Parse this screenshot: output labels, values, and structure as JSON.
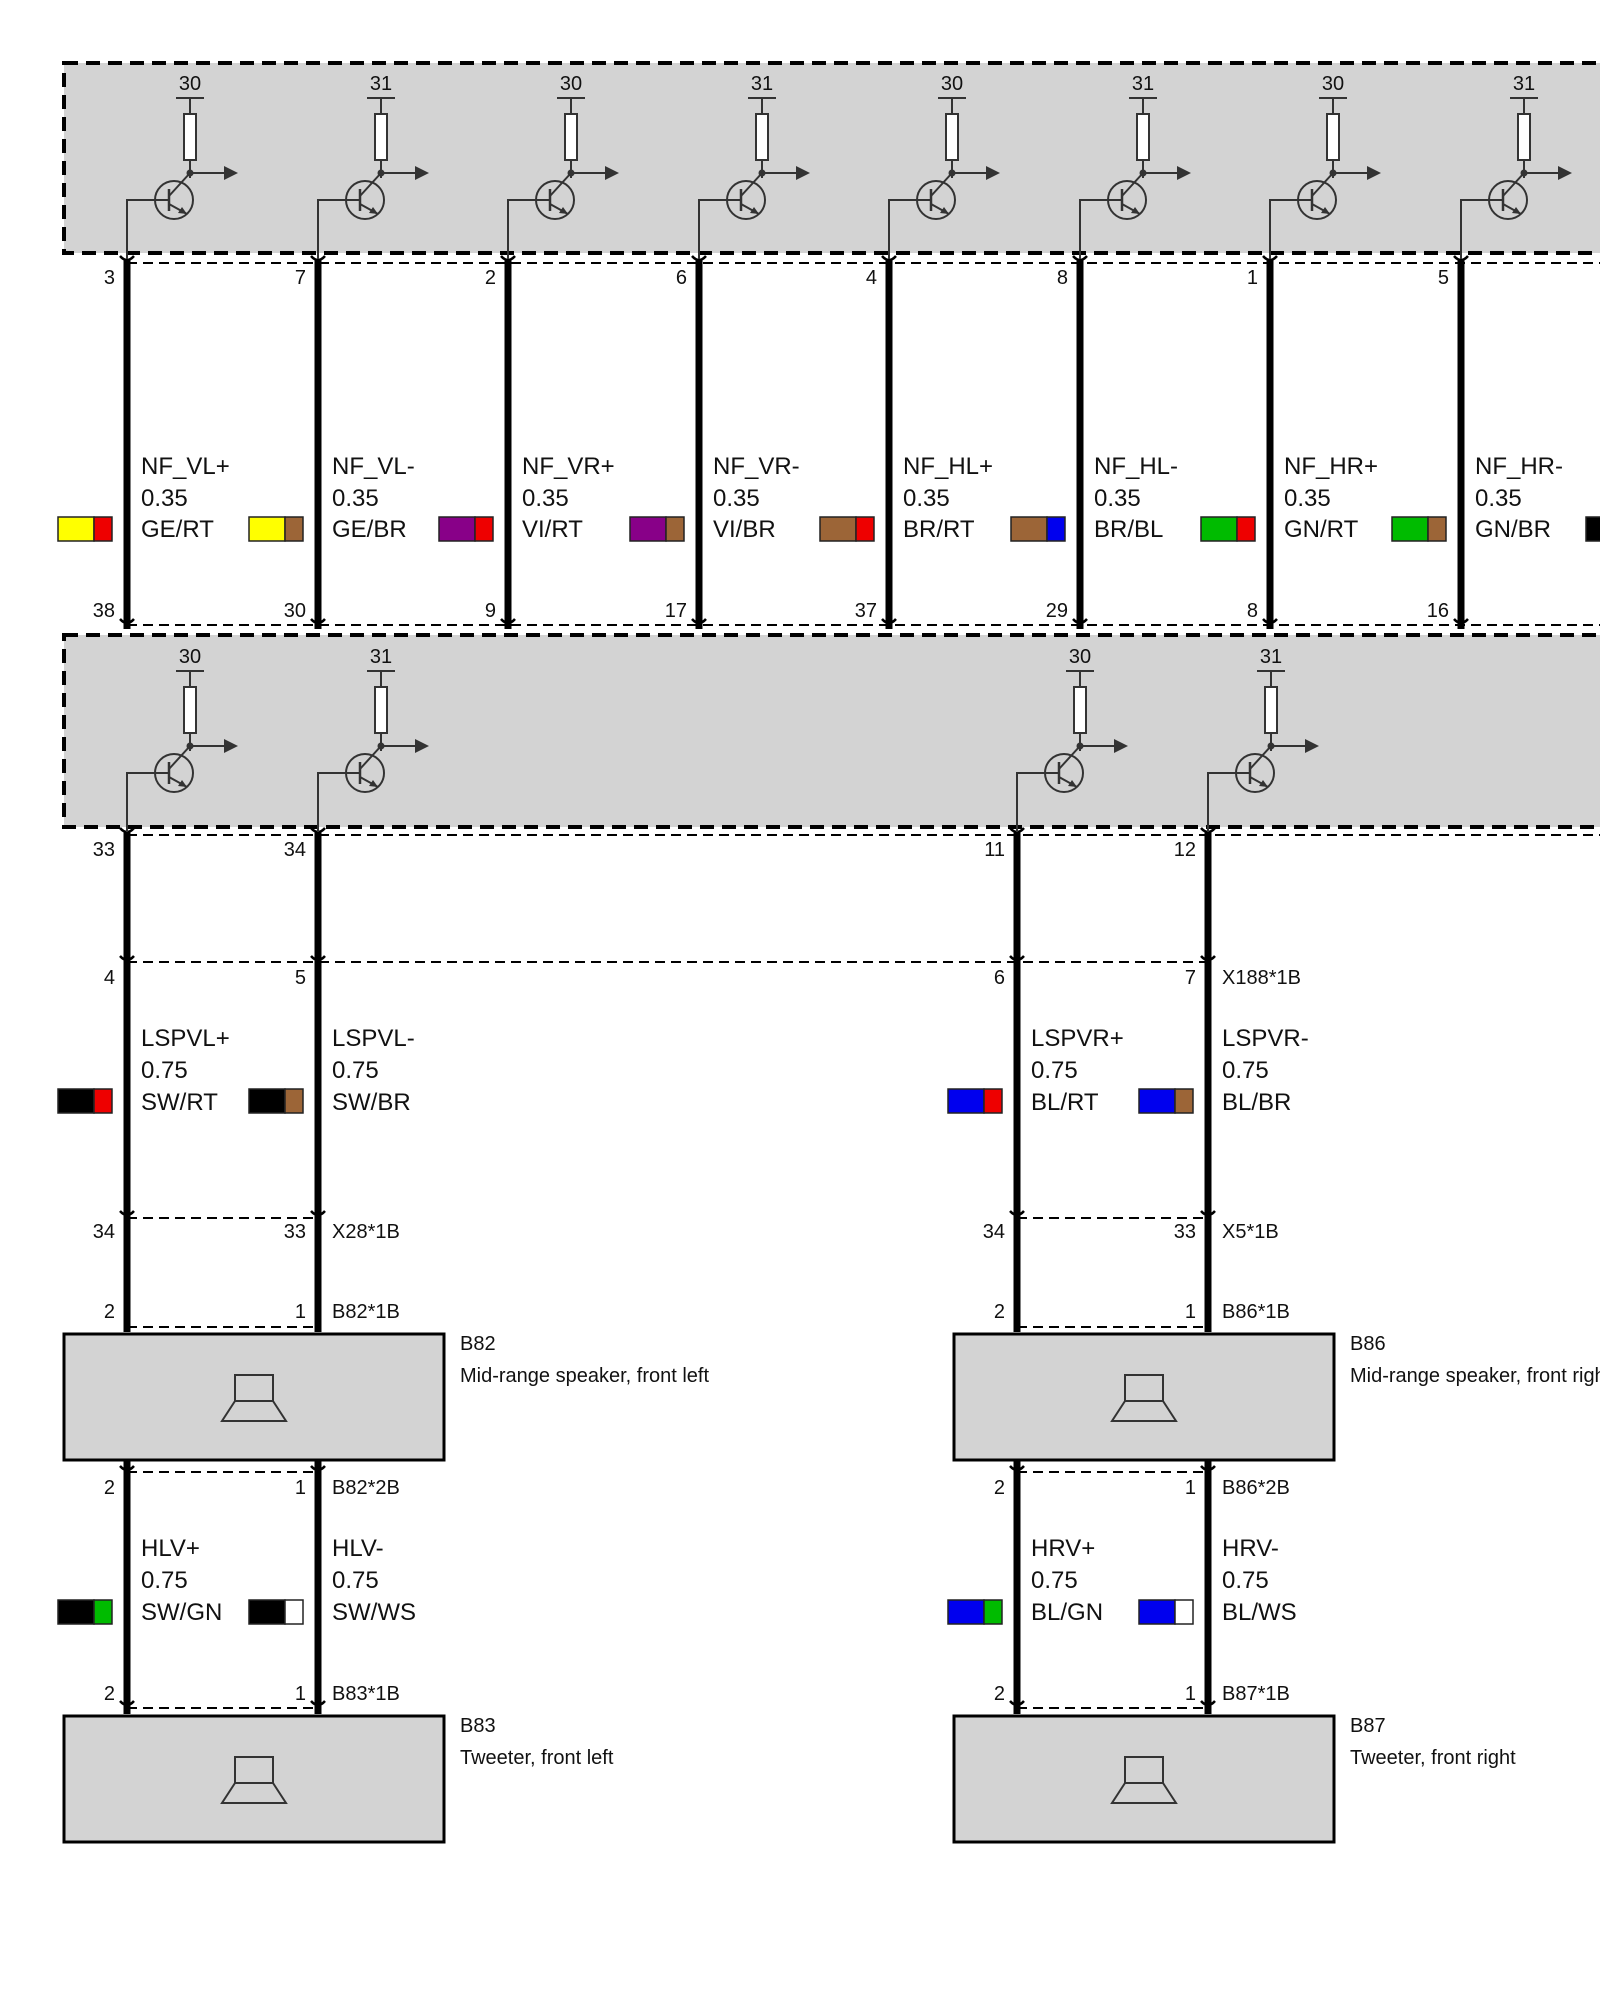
{
  "wire_colors": {
    "GE": "#ffff00",
    "RT": "#ee0000",
    "BR": "#9c6537",
    "VI": "#880088",
    "BL": "#0000ee",
    "GN": "#00bb00",
    "SW": "#000000",
    "WS": "#ffffff"
  },
  "top_module": {
    "supply_labels": [
      "30",
      "31",
      "30",
      "31",
      "30",
      "31",
      "30",
      "31"
    ]
  },
  "top_wires": [
    {
      "pin_top": "3",
      "pin_bottom": "38",
      "signal": "NF_VL+",
      "gauge": "0.35",
      "color_code": "GE/RT",
      "c1": "GE",
      "c2": "RT"
    },
    {
      "pin_top": "7",
      "pin_bottom": "30",
      "signal": "NF_VL-",
      "gauge": "0.35",
      "color_code": "GE/BR",
      "c1": "GE",
      "c2": "BR"
    },
    {
      "pin_top": "2",
      "pin_bottom": "9",
      "signal": "NF_VR+",
      "gauge": "0.35",
      "color_code": "VI/RT",
      "c1": "VI",
      "c2": "RT"
    },
    {
      "pin_top": "6",
      "pin_bottom": "17",
      "signal": "NF_VR-",
      "gauge": "0.35",
      "color_code": "VI/BR",
      "c1": "VI",
      "c2": "BR"
    },
    {
      "pin_top": "4",
      "pin_bottom": "37",
      "signal": "NF_HL+",
      "gauge": "0.35",
      "color_code": "BR/RT",
      "c1": "BR",
      "c2": "RT"
    },
    {
      "pin_top": "8",
      "pin_bottom": "29",
      "signal": "NF_HL-",
      "gauge": "0.35",
      "color_code": "BR/BL",
      "c1": "BR",
      "c2": "BL"
    },
    {
      "pin_top": "1",
      "pin_bottom": "8",
      "signal": "NF_HR+",
      "gauge": "0.35",
      "color_code": "GN/RT",
      "c1": "GN",
      "c2": "RT"
    },
    {
      "pin_top": "5",
      "pin_bottom": "16",
      "signal": "NF_HR-",
      "gauge": "0.35",
      "color_code": "GN/BR",
      "c1": "GN",
      "c2": "BR"
    }
  ],
  "mid_module": {
    "outputs": [
      {
        "supply": "30",
        "pin": "33"
      },
      {
        "supply": "31",
        "pin": "34"
      },
      {
        "supply": "30",
        "pin": "11"
      },
      {
        "supply": "31",
        "pin": "12"
      }
    ]
  },
  "connectors": {
    "x188": "X188*1B",
    "x28": "X28*1B",
    "x5": "X5*1B",
    "b82_1": "B82*1B",
    "b86_1": "B86*1B",
    "b82_2": "B82*2B",
    "b86_2": "B86*2B",
    "b83_1": "B83*1B",
    "b87_1": "B87*1B"
  },
  "ls_wires": [
    {
      "pin_x188": "4",
      "pin_x": "34",
      "pin_speaker": "2",
      "signal": "LSPVL+",
      "gauge": "0.75",
      "color_code": "SW/RT",
      "c1": "SW",
      "c2": "RT"
    },
    {
      "pin_x188": "5",
      "pin_x": "33",
      "pin_speaker": "1",
      "signal": "LSPVL-",
      "gauge": "0.75",
      "color_code": "SW/BR",
      "c1": "SW",
      "c2": "BR"
    },
    {
      "pin_x188": "6",
      "pin_x": "34",
      "pin_speaker": "2",
      "signal": "LSPVR+",
      "gauge": "0.75",
      "color_code": "BL/RT",
      "c1": "BL",
      "c2": "RT"
    },
    {
      "pin_x188": "7",
      "pin_x": "33",
      "pin_speaker": "1",
      "signal": "LSPVR-",
      "gauge": "0.75",
      "color_code": "BL/BR",
      "c1": "BL",
      "c2": "BR"
    }
  ],
  "tweeter_wires": [
    {
      "pin_top": "2",
      "pin_bottom": "2",
      "signal": "HLV+",
      "gauge": "0.75",
      "color_code": "SW/GN",
      "c1": "SW",
      "c2": "GN"
    },
    {
      "pin_top": "1",
      "pin_bottom": "1",
      "signal": "HLV-",
      "gauge": "0.75",
      "color_code": "SW/WS",
      "c1": "SW",
      "c2": "WS"
    },
    {
      "pin_top": "2",
      "pin_bottom": "2",
      "signal": "HRV+",
      "gauge": "0.75",
      "color_code": "BL/GN",
      "c1": "BL",
      "c2": "GN"
    },
    {
      "pin_top": "1",
      "pin_bottom": "1",
      "signal": "HRV-",
      "gauge": "0.75",
      "color_code": "BL/WS",
      "c1": "BL",
      "c2": "WS"
    }
  ],
  "components": {
    "b82": {
      "id": "B82",
      "desc": "Mid-range speaker, front left"
    },
    "b86": {
      "id": "B86",
      "desc": "Mid-range speaker, front right"
    },
    "b83": {
      "id": "B83",
      "desc": "Tweeter, front left"
    },
    "b87": {
      "id": "B87",
      "desc": "Tweeter, front right"
    }
  }
}
